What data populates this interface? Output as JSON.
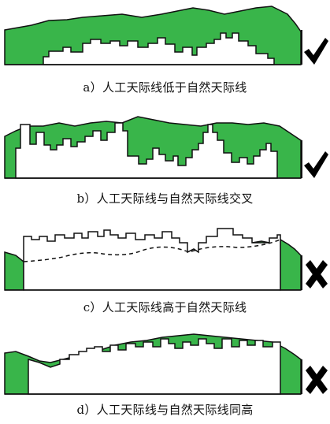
{
  "colors": {
    "nature_fill": "#39b54a",
    "outline": "#111111",
    "background": "#ffffff",
    "check": "#000000",
    "cross": "#000000"
  },
  "panels": [
    {
      "id": "a",
      "caption": "a）人工天际线低于自然天际线",
      "verdict": "check-icon"
    },
    {
      "id": "b",
      "caption": "b）人工天际线与自然天际线交叉",
      "verdict": "check-icon"
    },
    {
      "id": "c",
      "caption": "c）人工天际线高于自然天际线",
      "verdict": "cross-icon"
    },
    {
      "id": "d",
      "caption": "d）人工天际线与自然天际线同高",
      "verdict": "cross-icon"
    }
  ]
}
